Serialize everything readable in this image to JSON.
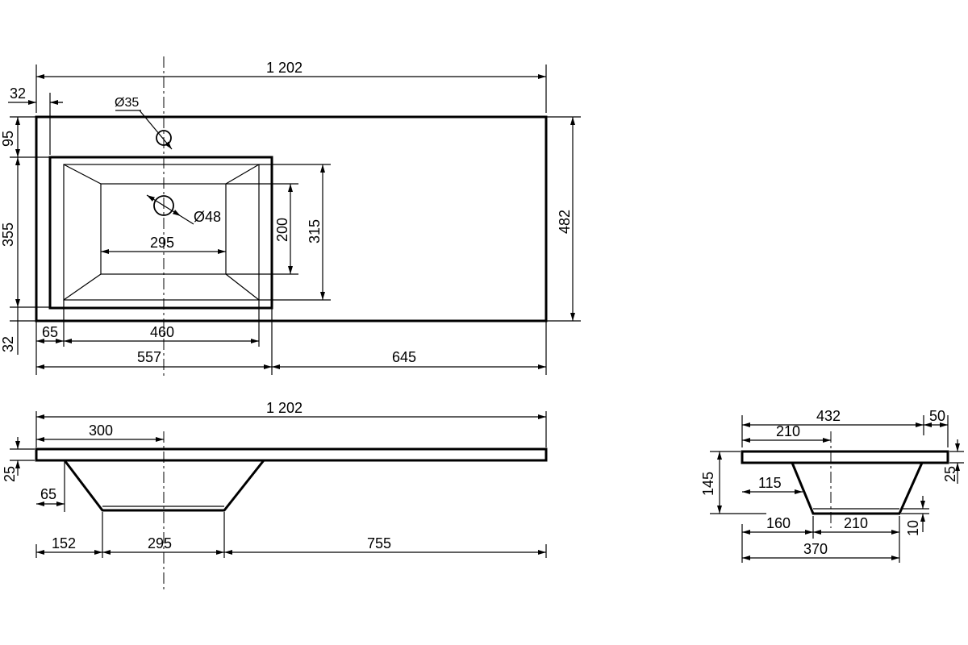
{
  "top_view": {
    "overall_length": "1 202",
    "edge_offset": "32",
    "tap_hole_diameter": "Ø35",
    "top_margin": "95",
    "basin_outer_depth": "355",
    "bottom_margin": "32",
    "total_depth": "482",
    "basin_inner_depth": "315",
    "bowl_depth": "200",
    "bowl_width": "295",
    "drain_diameter": "Ø48",
    "left_margin": "65",
    "basin_inner_width": "460",
    "basin_outer_width": "557",
    "right_deck_width": "645"
  },
  "front_view": {
    "overall_length": "1 202",
    "axis_offset": "300",
    "top_thickness": "25",
    "lip": "65",
    "left_to_bowl": "152",
    "bowl_bottom_width": "295",
    "right_to_end": "755"
  },
  "side_view": {
    "overall_depth": "432",
    "back_margin": "50",
    "front_to_axis": "210",
    "top_thickness": "25",
    "total_height": "145",
    "bowl_height": "115",
    "bottom_thickness": "10",
    "front_to_bowl": "160",
    "bowl_bottom_width": "210",
    "bottom_span": "370"
  }
}
